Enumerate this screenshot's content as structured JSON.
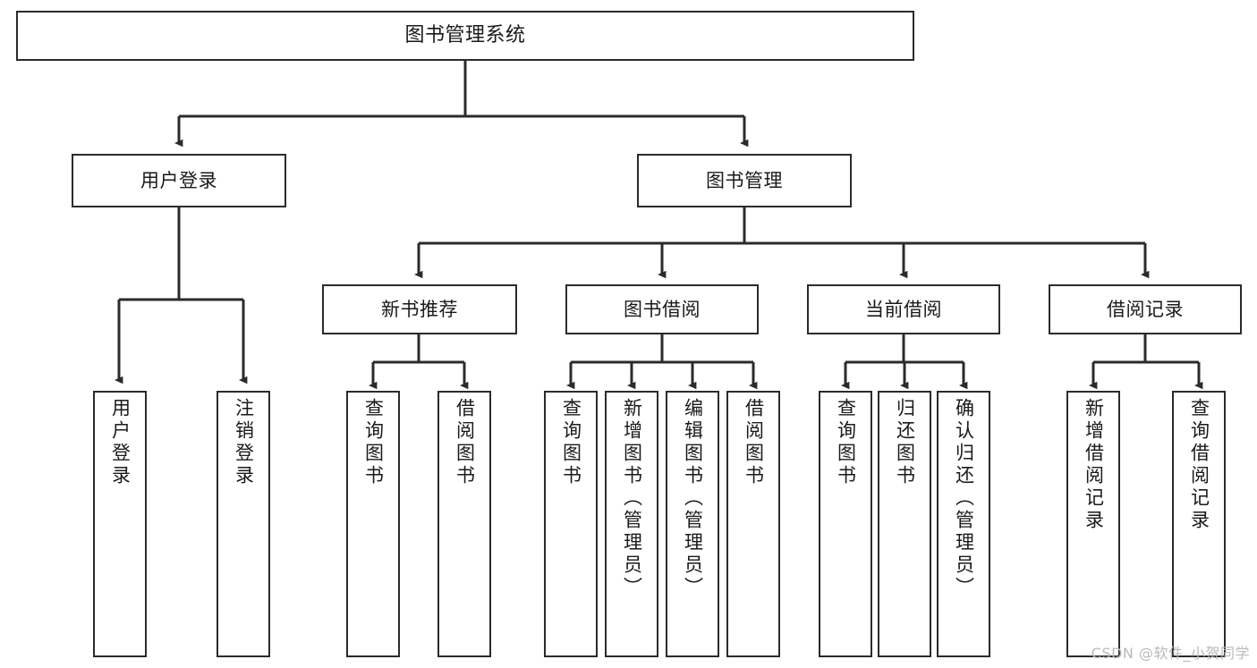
{
  "diagram": {
    "title": "图书管理系统",
    "type": "tree-hierarchy",
    "colors": {
      "stroke": "#2b2b2b",
      "fill": "#ffffff",
      "text": "#1a1a1a",
      "watermark": "#b9b9b9"
    },
    "watermark": "CSDN @软件_小贺同学",
    "levels": {
      "level1": [
        {
          "id": "root",
          "label": "图书管理系统",
          "orientation": "horizontal"
        }
      ],
      "level2": [
        {
          "id": "user-login",
          "label": "用户登录",
          "orientation": "horizontal"
        },
        {
          "id": "book-manage",
          "label": "图书管理",
          "orientation": "horizontal"
        }
      ],
      "level3": [
        {
          "id": "new-book-rec",
          "label": "新书推荐",
          "orientation": "horizontal"
        },
        {
          "id": "book-borrow",
          "label": "图书借阅",
          "orientation": "horizontal"
        },
        {
          "id": "current-borrow",
          "label": "当前借阅",
          "orientation": "horizontal"
        },
        {
          "id": "borrow-record",
          "label": "借阅记录",
          "orientation": "horizontal"
        }
      ],
      "level4": [
        {
          "id": "leaf-user-login",
          "label": "用户登录",
          "orientation": "vertical",
          "parent": "user-login"
        },
        {
          "id": "leaf-logout",
          "label": "注销登录",
          "orientation": "vertical",
          "parent": "user-login"
        },
        {
          "id": "leaf-query-book-1",
          "label": "查询图书",
          "orientation": "vertical",
          "parent": "new-book-rec"
        },
        {
          "id": "leaf-borrow-book-1",
          "label": "借阅图书",
          "orientation": "vertical",
          "parent": "new-book-rec"
        },
        {
          "id": "leaf-query-book-2",
          "label": "查询图书",
          "orientation": "vertical",
          "parent": "book-borrow"
        },
        {
          "id": "leaf-add-book",
          "label": "新增图书（管理员）",
          "orientation": "vertical",
          "parent": "book-borrow"
        },
        {
          "id": "leaf-edit-book",
          "label": "编辑图书（管理员）",
          "orientation": "vertical",
          "parent": "book-borrow"
        },
        {
          "id": "leaf-borrow-book-2",
          "label": "借阅图书",
          "orientation": "vertical",
          "parent": "book-borrow"
        },
        {
          "id": "leaf-query-book-3",
          "label": "查询图书",
          "orientation": "vertical",
          "parent": "current-borrow"
        },
        {
          "id": "leaf-return-book",
          "label": "归还图书",
          "orientation": "vertical",
          "parent": "current-borrow"
        },
        {
          "id": "leaf-confirm-return",
          "label": "确认归还（管理员）",
          "orientation": "vertical",
          "parent": "current-borrow"
        },
        {
          "id": "leaf-add-record",
          "label": "新增借阅记录",
          "orientation": "vertical",
          "parent": "borrow-record"
        },
        {
          "id": "leaf-query-record",
          "label": "查询借阅记录",
          "orientation": "vertical",
          "parent": "borrow-record"
        }
      ]
    }
  }
}
